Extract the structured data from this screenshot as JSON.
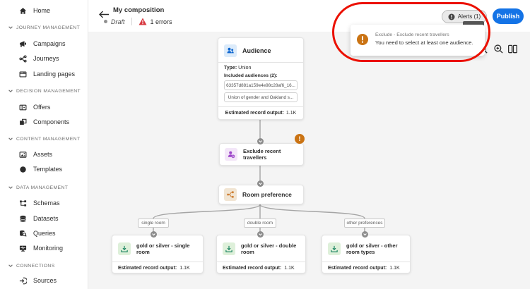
{
  "header": {
    "title": "My composition",
    "status_label": "Draft",
    "errors_label": "1 errors",
    "alerts_button": "Alerts (1)",
    "publish_button": "Publish"
  },
  "alert_popup": {
    "title": "Exclude - Exclude recent travellers",
    "message": "You need to select at least one audience."
  },
  "sidebar": {
    "items": [
      {
        "label": "Home",
        "icon": "home-icon"
      },
      {
        "label": "JOURNEY MANAGEMENT",
        "icon": "chevron-down-icon"
      },
      {
        "label": "Campaigns",
        "icon": "megaphone-icon"
      },
      {
        "label": "Journeys",
        "icon": "branch-icon"
      },
      {
        "label": "Landing pages",
        "icon": "browser-icon"
      },
      {
        "label": "DECISION MANAGEMENT",
        "icon": "chevron-down-icon"
      },
      {
        "label": "Offers",
        "icon": "offer-icon"
      },
      {
        "label": "Components",
        "icon": "components-icon"
      },
      {
        "label": "CONTENT MANAGEMENT",
        "icon": "chevron-down-icon"
      },
      {
        "label": "Assets",
        "icon": "image-icon"
      },
      {
        "label": "Templates",
        "icon": "circle-icon"
      },
      {
        "label": "DATA MANAGEMENT",
        "icon": "chevron-down-icon"
      },
      {
        "label": "Schemas",
        "icon": "schema-icon"
      },
      {
        "label": "Datasets",
        "icon": "database-icon"
      },
      {
        "label": "Queries",
        "icon": "query-icon"
      },
      {
        "label": "Monitoring",
        "icon": "monitor-icon"
      },
      {
        "label": "CONNECTIONS",
        "icon": "chevron-down-icon"
      },
      {
        "label": "Sources",
        "icon": "source-icon"
      }
    ]
  },
  "canvas": {
    "audience": {
      "title": "Audience",
      "type_label": "Type:",
      "type_value": "Union",
      "included_label": "Included audiences (2):",
      "chip1": "63357d881a159e4e98c28af6_16...",
      "chip2": "Union of gender and Oakland s...",
      "output_label": "Estimated record output:",
      "output_value": "1.1K"
    },
    "exclude": {
      "title": "Exclude recent travellers",
      "badge_glyph": "!"
    },
    "split": {
      "title": "Room preference"
    },
    "branches": [
      {
        "label": "single room",
        "title": "gold or silver - single room",
        "output_label": "Estimated record output:",
        "output_value": "1.1K"
      },
      {
        "label": "double room",
        "title": "gold or silver - double room",
        "output_label": "Estimated record output:",
        "output_value": "1.1K"
      },
      {
        "label": "other preferences",
        "title": "gold or silver - other room types",
        "output_label": "Estimated record output:",
        "output_value": "1.1K"
      }
    ]
  },
  "colors": {
    "accent_blue": "#1473e6",
    "alert_orange": "#ca7313",
    "error_red": "#d7373f",
    "annotation_red": "#eb1000",
    "canvas_gray": "#f4f4f4"
  }
}
